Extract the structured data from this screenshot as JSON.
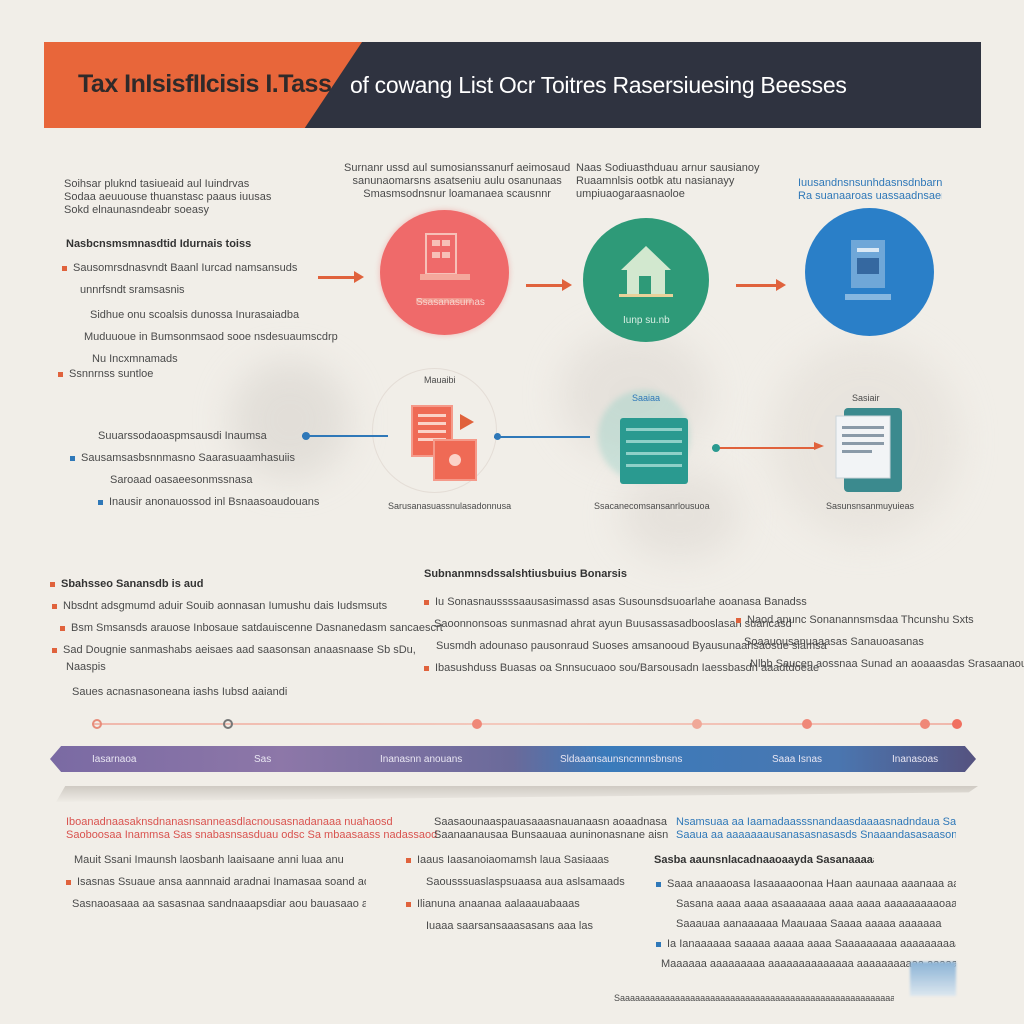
{
  "header": {
    "title_left": "Tax InIsisfIIcisis I.Tass",
    "title_right": "of cowang List Ocr Toitres Rasersiuesing Beesses"
  },
  "intro": {
    "lines": [
      "Soihsar pluknd tasiueaid aul Iuindrvas",
      "Sodaa aeuuouse thuanstasc paaus iuusas",
      "Sokd elnaunasndeabr soeasy"
    ],
    "heading": "Nasbcnsmsmnasdtid Idurnais toiss",
    "bullets": [
      "Sausomrsdnasvndt Baanl Iurcad namsansuds",
      "unnrfsndt sramsasnis",
      "Sidhue onu scoalsis dunossa Inurasaiadba",
      "Muduuoue in Bumsonmsaod sooe nsdesuaumscdrp",
      "Nu Incxmnamads"
    ]
  },
  "top_labels": {
    "col2": [
      "Surnanr ussd aul sumosianssanurf aeimosaud",
      "sanunaomarsns asatseniu aulu osanunaas",
      "Smasmsodnsnur loamanaea scausnnr"
    ],
    "col3": [
      "Naas Sodiuasthduau arnur sausianoy",
      "Ruaamnlsis ootbk atu nasianayy",
      "umpiuaogaraasnaoloe"
    ],
    "col4": [
      "Iuusandnsnsunhdasnsdnbarnbsnsbe Ii aue",
      "Ra suanaaroas uassaadnsaemasdssemnae"
    ]
  },
  "circle_captions": {
    "c1": "Ssasanasurnas",
    "c2": "Iunp su.nb"
  },
  "middle": {
    "left_bullets": [
      "Suuarssodaoaspmsausdi Inaumsa",
      "Sausamsasbsnnmasno Saarasuaamhasuiis",
      "Saroaad oasaeesonmssnasa",
      "Inausir anonauossod inl Bsnaasoaudouans"
    ],
    "bullets_mid": "Ssnnrnss suntloe",
    "icon_labels": [
      "Mauaibi",
      "Saaiaa",
      "Sasiair"
    ],
    "captions": [
      "Sarusanasuassnulasadonnusa",
      "Ssacanecomsansanrlousuoa",
      "Sasunsnsanmuyuieas"
    ]
  },
  "lower": {
    "left_heading": "Sbahsseo Sanansdb is aud",
    "left_lines": [
      "Nbsdnt adsgmumd aduir Souib aonnasan Iumushu dais Iudsmsuts",
      "Bsm Smsansds arauose Inbosaue satdauiscenne Dasnanedasm sancaescrt",
      "Sad Dougnie sanmashabs aeisaes aad saasonsan anaasnaase Sb sDu,",
      "Naaspis",
      "Saues acnasnasoneana iashs Iubsd aaiandi"
    ],
    "mid_heading": "Subnanmnsdssalshtiusbuius Bonarsis",
    "mid_lines": [
      "Iu Sonasnaussssaausasimassd asas Susounsdsuoarlahe aoanasa Banadss",
      "Saoonnonsoas sunmasnad ahrat ayun Buusassasadbooslasan suancasd",
      "Susmdh adounaso pausonraud Suoses amsanooud Byausunaahsaosue siamsa",
      "Ibasushduss Buasas oa Snnsucuaoo sou/Barsousadn Iaessbasdn aaadtdoeae"
    ],
    "right_lines": [
      "Naod anunc Sonanannsmsdaa Thcunshu Sxts",
      "Soaauousanuaaasas Sanauoasanas",
      "Nlbb Saucen aossnaa Sunad an aoaaasdas Srasaanaouns"
    ]
  },
  "band": {
    "labels": [
      "Iasarnaoa",
      "Sas",
      "Inanasnn anouans",
      "Sldaaansaunsncnnnsbnsns",
      "Saaa Isnas",
      "Inanasoas"
    ]
  },
  "footer": {
    "col1_top": [
      "Iboanadnaasaknsdnanasnsanneasdlacnousasnadanaaa nuahaosd",
      "Saoboosaa Inammsa Sas snabasnsasduau odsc Sa mbaasaass nadassaod"
    ],
    "col1_heading": "Mauit Ssani Imaunsh laosbanh laaisaane anni luaa anuniicass",
    "col1_lines": [
      "Isasnas Ssuaue ansa aannnaid aradnai Inamasaa soand aoaeanscnsaasad",
      "Sasnaoasaaa aa sasasnaa sandnaaapsdiar aou bauasaao aoou aoushasne"
    ],
    "col2_top": [
      "Saasaounaaspauasaaasnauanaasn aoaadnasa",
      "Saanaanausaa Bunsaauaa auninonasnane aisn"
    ],
    "col2_lines": [
      "Iaaus Iaasanoiaomamsh laua Sasiaaas",
      "Saousssuaslaspsuaasa aua aslsamaads",
      "Ilianuna anaanaa aalaaauabaaas",
      "Iuaaa saarsansaaasasans aaa las"
    ],
    "col3_top": [
      "Nsamsuaa aa Iaamadaasssnandaasdaaaasnadndaua Sasbaoaa",
      "Saaua aa aaaaaaausanasasnasasds Snaaandasasaasons"
    ],
    "col3_heading": "Sasba aaunsnlacadnaaoaayda Sasanaaaaaaa Ianaaaassaadaa",
    "col3_lines": [
      "Saaa anaaaoasa Iasaaaaoonaa Haan aaunaaa aaanaaa aaaanaaoaaaaaaaa",
      "Sasana aaaa aaaa asaaaaaaa aaaa aaaa aaaaaaaaaoaaa aaaaaaaa",
      "Saaauaa aanaaaaaa Maauaaa Saaaa aaaaa aaaaaaa",
      "Ia Ianaaaaaa saaaaa aaaaa aaaa Saaaaaaaaa aaaaaaaaaaaaaaaaaaaaaaaa",
      "Maaaaaa aaaaaaaaa aaaaaaaaaaaaaa aaaaaaaaaaa aaaaaaaaa",
      "Saaaaaaaaaaaaaaaaaaaaaaaaaaaaaaaaaaaaaaaaaaaaaaaaaaaaaaaaaaaaaaaaaa"
    ]
  },
  "colors": {
    "orange": "#e8663a",
    "navy": "#2f3340",
    "red_circle": "#ef6a6a",
    "green_circle": "#2e9a78",
    "blue_circle": "#2a7fc8",
    "arrow": "#e0623c"
  }
}
